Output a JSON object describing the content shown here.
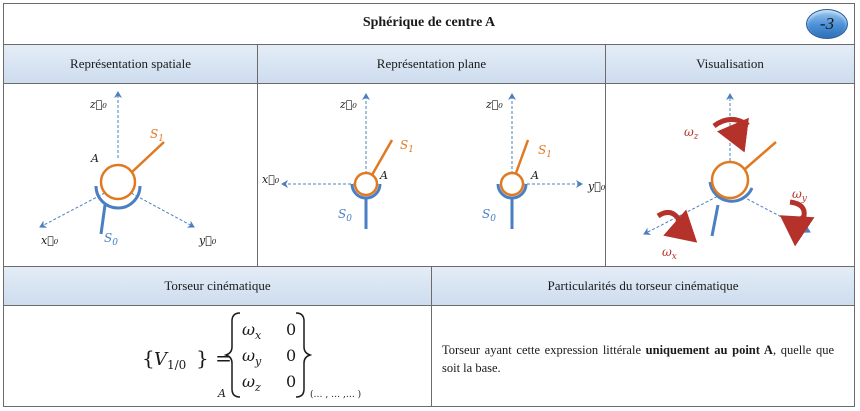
{
  "title": "Sphérique de centre A",
  "badge": "-3",
  "headers": {
    "spatial": "Représentation spatiale",
    "plane": "Représentation plane",
    "visual": "Visualisation",
    "torseur": "Torseur cinématique",
    "partic": "Particularités du torseur cinématique"
  },
  "labels": {
    "z0": "z⃗₀",
    "x0": "x⃗₀",
    "y0": "y⃗₀",
    "S1": "S",
    "S1_sub": "1",
    "S0": "S",
    "S0_sub": "0",
    "A": "A",
    "omega_x": "ω",
    "omega_y": "ω",
    "omega_z": "ω",
    "sub_x": "x",
    "sub_y": "y",
    "sub_z": "z"
  },
  "torseur": {
    "lhs_open": "{",
    "V": "V",
    "V_sub": "1/0",
    "lhs_close": "} =",
    "point": "A",
    "rows": [
      {
        "omega": "ω",
        "sub": "x",
        "v": "0"
      },
      {
        "omega": "ω",
        "sub": "y",
        "v": "0"
      },
      {
        "omega": "ω",
        "sub": "z",
        "v": "0"
      }
    ],
    "base": "(… , … ,… )"
  },
  "particularites": {
    "text1": "Torseur ayant cette expression littérale ",
    "bold1": "uniquement au point A",
    "text2": ", quelle que soit la base."
  },
  "colors": {
    "orange": "#e07a22",
    "blue": "#4a7fc1",
    "red": "#b5322a",
    "header_bg": "#d6e3f1",
    "badge": "#4a8fd6"
  }
}
